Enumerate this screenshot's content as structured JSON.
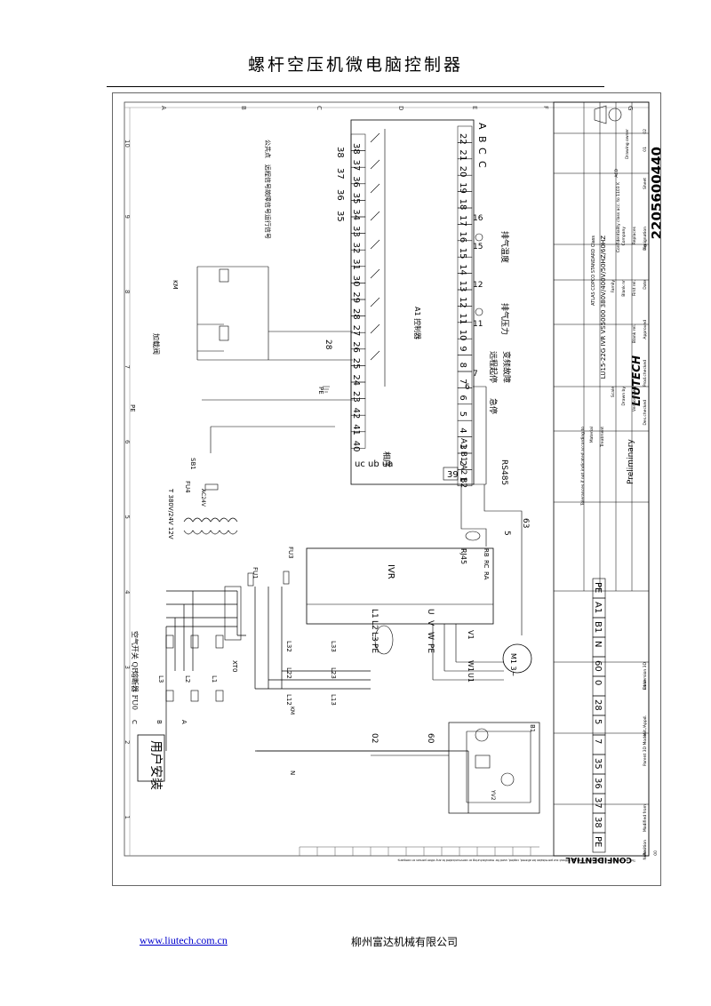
{
  "header": {
    "title": "螺杆空压机微电脑控制器"
  },
  "footer": {
    "url": "www.liutech.com.cn",
    "company": "柳州富达机械有限公司"
  },
  "drawing": {
    "grid_letters": [
      "A",
      "B",
      "C",
      "D",
      "E",
      "F",
      "G"
    ],
    "grid_numbers": [
      "10",
      "9",
      "8",
      "7",
      "6",
      "5",
      "4",
      "3",
      "2",
      "1"
    ],
    "controller": {
      "label": "A1  控制器",
      "terminals_upper": [
        "22",
        "21",
        "20",
        "19",
        "18",
        "17",
        "16",
        "15",
        "14",
        "13",
        "12",
        "11",
        "10",
        "9",
        "8",
        "7",
        "6",
        "5",
        "4",
        "3",
        "2",
        "1"
      ],
      "terminals_lower": [
        "38",
        "37",
        "36",
        "35",
        "34",
        "33",
        "32",
        "31",
        "30",
        "29",
        "28",
        "27",
        "26",
        "25",
        "24",
        "23",
        "42",
        "41",
        "40"
      ],
      "terminal_39": "39",
      "phase_labels": "uc  ub  ua",
      "phase_note": "相序",
      "ab_labels": "A1  B1  A2  B2",
      "rs485": "RS485",
      "right_codes": [
        "A",
        "B",
        "C",
        "C"
      ],
      "wire_28": "28",
      "wire_5": "5",
      "wire_63": "63"
    },
    "remote_block": {
      "nums_top": [
        "38",
        "37",
        "36",
        "35"
      ],
      "signals": [
        "公共点",
        "远程信号",
        "故障信号",
        "运行信号"
      ]
    },
    "sensors": {
      "temp": "排气温度",
      "pressure": "排气压力",
      "fault": "变频故障",
      "remote": "远程起停",
      "estop": "急停",
      "temp_no": "15",
      "temp_no2": "16",
      "press_no": "11",
      "press_no2": "12",
      "estop_no": "6",
      "estop_no2": "7"
    },
    "left_labels": {
      "km": "KM",
      "load_valve": "加载阀",
      "pe": "PE",
      "sb1": "SB1",
      "fu4": "FU4",
      "transformer": "T  380V/24V 12V",
      "ac_24": "AC24V",
      "fu1": "FU1",
      "fu3": "FU3",
      "xt0": "XT0",
      "qf": "空气开关 QF",
      "fuse": "熔断器 FU0",
      "user_install": "用户安装",
      "l_labels": [
        "L3",
        "L2",
        "L1"
      ],
      "abc": [
        "C",
        "B",
        "A"
      ],
      "n": "N",
      "l3x": [
        "L32",
        "L22",
        "L12"
      ],
      "l3y": [
        "L33",
        "L23",
        "L13"
      ],
      "km2": "KM"
    },
    "ivr": {
      "label": "IVR",
      "rj45": "RJ45",
      "terminals_in": [
        "L1",
        "L2",
        "L3",
        "PE"
      ],
      "terminals_out": [
        "U",
        "V",
        "W",
        "PE"
      ],
      "motor": "M1 3~",
      "motor_labels": [
        "U1",
        "W1",
        "V1"
      ],
      "bus_labels": [
        "RB",
        "RC",
        "RA"
      ]
    },
    "fan": {
      "label_02": "02",
      "label_60": "60",
      "b1": "B1",
      "yv": "YV2"
    },
    "title_block": {
      "drawing_no": "2205600440",
      "product": "LU15-22G IVR VS5000  380V/400V/50HZ/60HZ",
      "brand": "LIUTECH",
      "status": "Preliminary",
      "class": "ATLAS COPCO STANDARD Class",
      "confidential": "CONFIDENTIAL",
      "acd": "ACD",
      "sheet": "Sheet",
      "sheet_no": "01",
      "sheet_of": "02",
      "designation": "Designation",
      "replaces": "Replaces",
      "company": "Company",
      "family": "Family",
      "blank_nr": "Blank nr",
      "first_rel": "First rel.",
      "date": "Date",
      "approved": "Approved",
      "prod_checked": "Prod.checked",
      "des_checked": "Des.checked",
      "blank_rel": "Blank rel.",
      "version_dwg": "Version Dwg",
      "drawn_by": "Drawn by",
      "scale": "Scale",
      "treatment": "Treatment",
      "material": "Material",
      "ed_version": "Ed.Version 3D",
      "parent_model": "Parent 3D Model",
      "drawing_owner": "Drawing owner",
      "kg": "Kg",
      "confidentiality": "Confidentiality class acc. to 1103 K",
      "tolerances": "Tolerances if not indicated according to",
      "modified_from": "Modified from",
      "position": "Position",
      "note": "Note",
      "date2": "Date",
      "init_appd": "Init./Appd.",
      "conf_text": "This document is our property and shall not without our permission be altered, copied, used for manufacturing or communicated to any other person or company.",
      "code_00": "00"
    },
    "terminal_strip": [
      "PE",
      "A1",
      "B1",
      "N",
      "60",
      "0",
      "28",
      "5",
      "7",
      "35",
      "36",
      "37",
      "38",
      "PE"
    ]
  }
}
